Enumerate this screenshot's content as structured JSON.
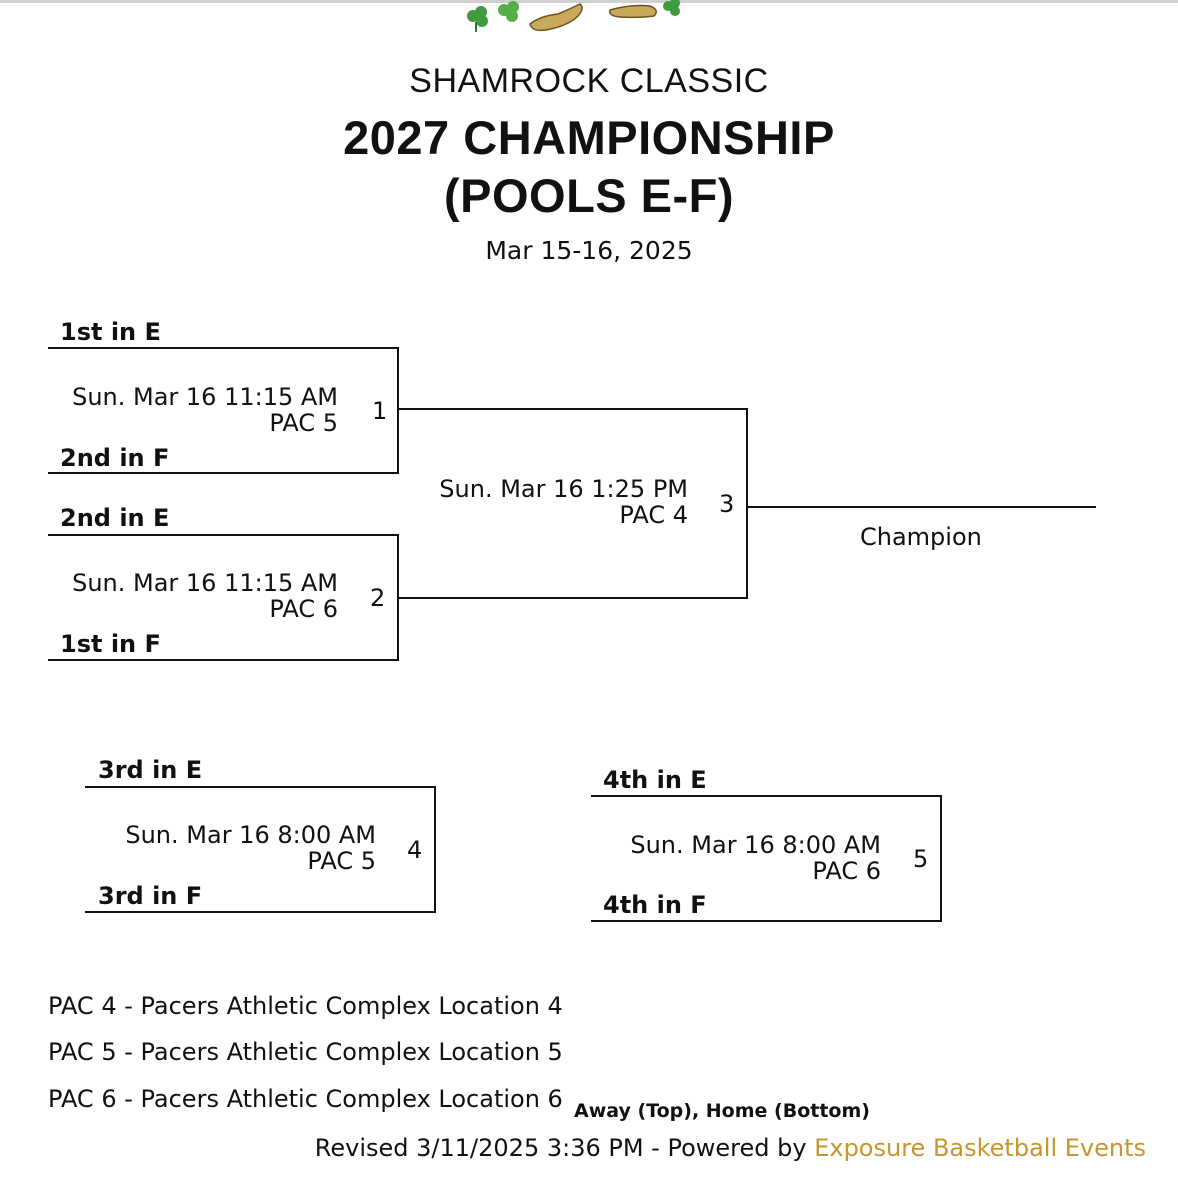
{
  "header": {
    "event_name": "SHAMROCK CLASSIC",
    "title_line1": "2027 CHAMPIONSHIP",
    "title_line2": "(POOLS E-F)",
    "dates": "Mar 15-16, 2025"
  },
  "bracket": {
    "game1": {
      "number": "1",
      "top_team": "1st in E",
      "bottom_team": "2nd in F",
      "time": "Sun. Mar 16 11:15 AM",
      "location": "PAC 5"
    },
    "game2": {
      "number": "2",
      "top_team": "2nd in E",
      "bottom_team": "1st in F",
      "time": "Sun. Mar 16 11:15 AM",
      "location": "PAC 6"
    },
    "game3": {
      "number": "3",
      "time": "Sun. Mar 16 1:25 PM",
      "location": "PAC 4"
    },
    "champion_label": "Champion",
    "game4": {
      "number": "4",
      "top_team": "3rd in E",
      "bottom_team": "3rd in F",
      "time": "Sun. Mar 16 8:00 AM",
      "location": "PAC 5"
    },
    "game5": {
      "number": "5",
      "top_team": "4th in E",
      "bottom_team": "4th in F",
      "time": "Sun. Mar 16 8:00 AM",
      "location": "PAC 6"
    }
  },
  "locations": [
    "PAC 4 - Pacers Athletic Complex Location 4",
    "PAC 5 - Pacers Athletic Complex Location 5",
    "PAC 6 - Pacers Athletic Complex Location 6"
  ],
  "note": "Away (Top), Home (Bottom)",
  "footer": {
    "revised": "Revised 3/11/2025 3:36 PM - Powered by ",
    "link_text": "Exposure Basketball Events"
  },
  "colors": {
    "link": "#c8962e",
    "shamrock": "#3f9a3f",
    "shoe": "#c9a95a"
  },
  "icons": [
    "shamrock-icon",
    "shoe-icon"
  ]
}
